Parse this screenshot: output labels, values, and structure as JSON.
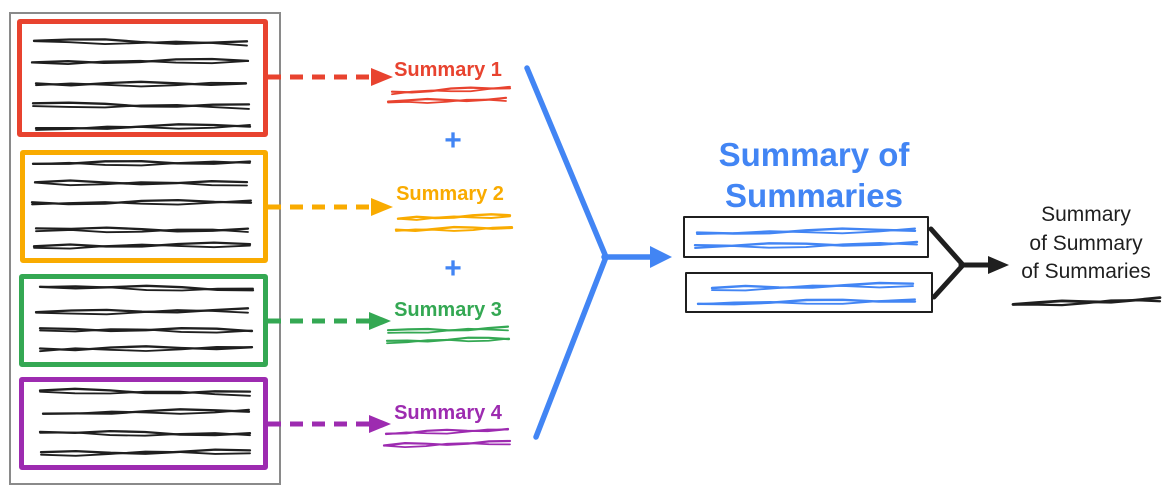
{
  "colors": {
    "red": "#E8432F",
    "orange": "#F9AB00",
    "green": "#34A853",
    "purple": "#9D2BB0",
    "blue": "#4285F4",
    "ink": "#1F1F1F",
    "gray": "#8A8A8A"
  },
  "labels": {
    "summary_1": "Summary 1",
    "summary_2": "Summary 2",
    "summary_3": "Summary 3",
    "summary_4": "Summary 4",
    "plus": "+",
    "summary_of_summaries_line1": "Summary of",
    "summary_of_summaries_line2": "Summaries",
    "final_line1": "Summary",
    "final_line2": "of Summary",
    "final_line3": "of Summaries"
  }
}
